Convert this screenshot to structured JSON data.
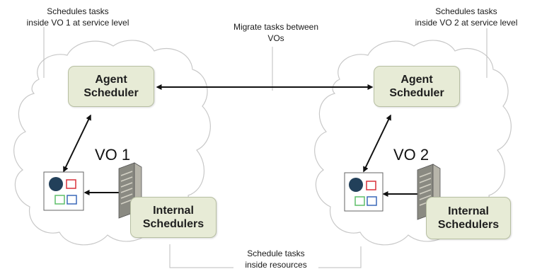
{
  "captions": {
    "left_top": "Schedules tasks\ninside VO 1 at service level",
    "middle_top": "Migrate tasks between\nVOs",
    "right_top": "Schedules tasks\ninside VO 2 at service level",
    "bottom": "Schedule tasks\ninside resources"
  },
  "left": {
    "agent_scheduler": "Agent\nScheduler",
    "vo_label": "VO 1",
    "internal_schedulers": "Internal\nSchedulers"
  },
  "right": {
    "agent_scheduler": "Agent\nScheduler",
    "vo_label": "VO 2",
    "internal_schedulers": "Internal\nSchedulers"
  },
  "icons": [
    "cloud-icon",
    "server-icon",
    "resource-grid-icon",
    "arrow-icon"
  ],
  "colors": {
    "box_fill": "#e7ebd6",
    "cloud_stroke": "#c8c8c8",
    "grid_circle": "#22405a",
    "grid_red": "#d9303a",
    "grid_green": "#5fbf6a",
    "grid_blue": "#3a68b8"
  }
}
